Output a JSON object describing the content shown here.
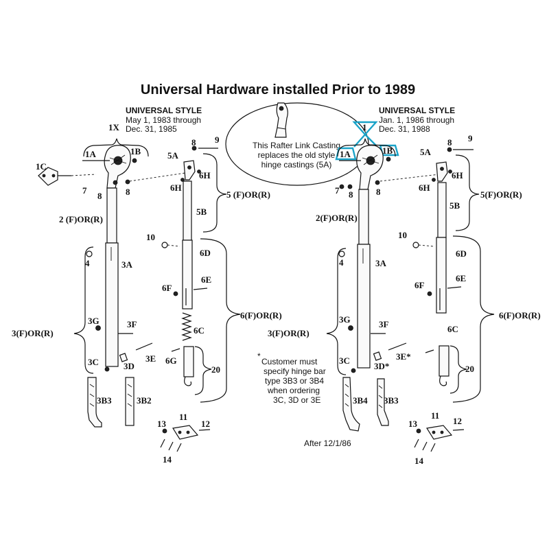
{
  "title": "Universal Hardware installed Prior to 1989",
  "left_panel": {
    "style_heading": "UNIVERSAL STYLE",
    "date_line1": "May 1, 1983  through",
    "date_line2": "Dec. 31, 1985"
  },
  "right_panel": {
    "style_heading": "UNIVERSAL STYLE",
    "date_line1": "Jan. 1, 1986  through",
    "date_line2": "Dec. 31, 1988"
  },
  "callout": {
    "line1": "This Rafter Link Casting",
    "line2": "replaces the old style",
    "line3": "hinge castings (5A)"
  },
  "note": {
    "star": "*",
    "line1": "Customer must",
    "line2": "specify hinge bar",
    "line3": "type 3B3 or 3B4",
    "line4": "when ordering",
    "line5": "3C, 3D or 3E"
  },
  "after_note": "After 12/1/86",
  "highlight_color": "#1aa3c8",
  "labels_left": {
    "l1X": "1X",
    "l1A": "1A",
    "l1B": "1B",
    "l1C": "1C",
    "l7": "7",
    "l8a": "8",
    "l8b": "8",
    "l8c": "8",
    "l9": "9",
    "l5A": "5A",
    "l6H": "6H",
    "l6H2": "6H",
    "l5": "5 (F)OR(R)",
    "l5B": "5B",
    "l2": "2 (F)OR(R)",
    "l10": "10",
    "l6D": "6D",
    "l4": "4",
    "l3A": "3A",
    "l6F": "6F",
    "l6E": "6E",
    "l6": "6(F)OR(R)",
    "l3G": "3G",
    "l3F": "3F",
    "l3": "3(F)OR(R)",
    "l6C": "6C",
    "l3C": "3C",
    "l3E": "3E",
    "l3D": "3D",
    "l6G": "6G",
    "l20": "20",
    "l3B3": "3B3",
    "l3B2": "3B2",
    "l11": "11",
    "l13": "13",
    "l12": "12",
    "l14": "14"
  },
  "labels_right": {
    "r1": "1",
    "r1A": "1A",
    "r1B": "1B",
    "r8a": "8",
    "r9": "9",
    "r5A": "5A",
    "r6H": "6H",
    "r6H2": "6H",
    "r7": "7",
    "r8b": "8",
    "r8c": "8",
    "r5": "5(F)OR(R)",
    "r5B": "5B",
    "r2": "2(F)OR(R)",
    "r10": "10",
    "r6D": "6D",
    "r4": "4",
    "r3A": "3A",
    "r6F": "6F",
    "r6E": "6E",
    "r6": "6(F)OR(R)",
    "r3G": "3G",
    "r3F": "3F",
    "r3": "3(F)OR(R)",
    "r6C": "6C",
    "r3C": "3C",
    "r3D": "3D*",
    "r3E": "3E*",
    "r20": "20",
    "r3B4": "3B4",
    "r3B3": "3B3",
    "r11": "11",
    "r13": "13",
    "r12": "12",
    "r14": "14"
  }
}
